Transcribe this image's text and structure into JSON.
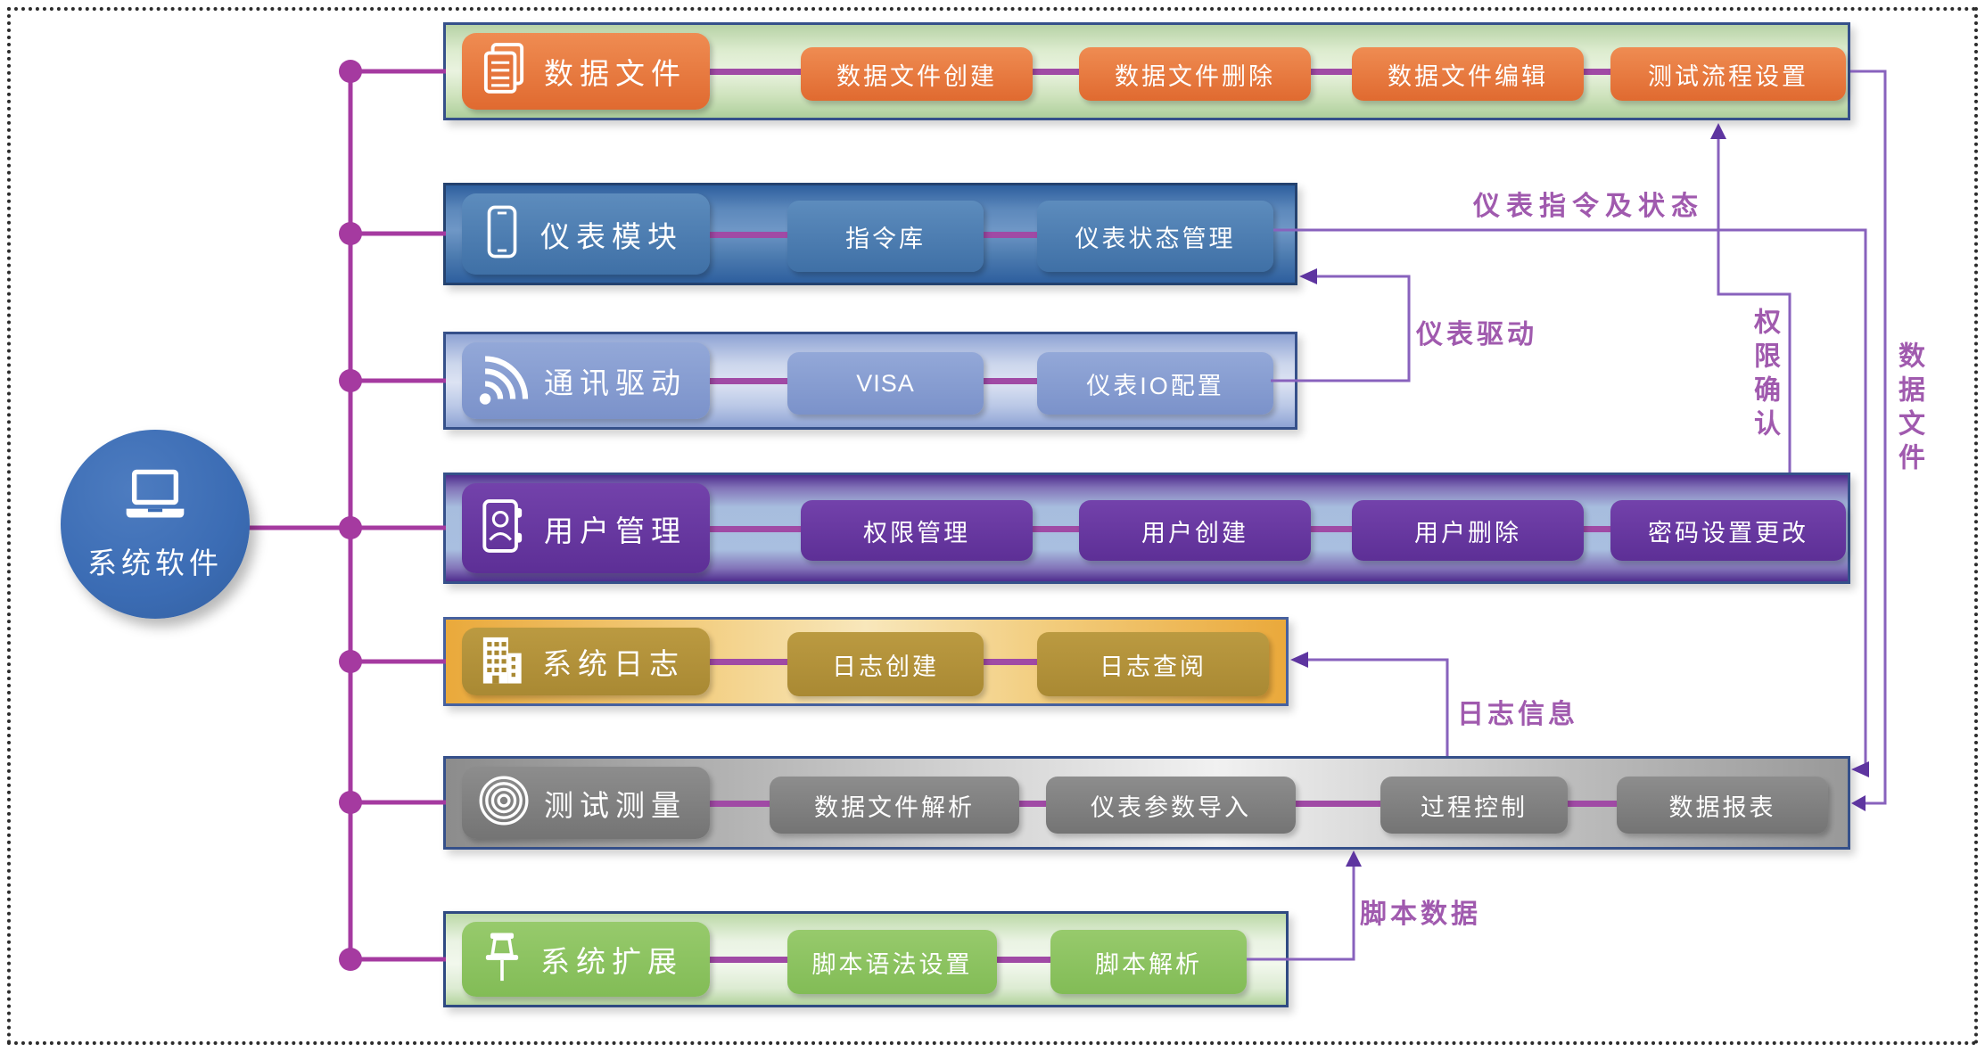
{
  "diagram": {
    "root": {
      "label": "系统软件",
      "icon": "laptop-icon"
    },
    "rows": [
      {
        "id": "data-file",
        "title": "数据文件",
        "icon": "documents-icon",
        "items": [
          "数据文件创建",
          "数据文件删除",
          "数据文件编辑",
          "测试流程设置"
        ]
      },
      {
        "id": "instrument-module",
        "title": "仪表模块",
        "icon": "smartphone-icon",
        "items": [
          "指令库",
          "仪表状态管理"
        ]
      },
      {
        "id": "comm-driver",
        "title": "通讯驱动",
        "icon": "wifi-icon",
        "items": [
          "VISA",
          "仪表IO配置"
        ]
      },
      {
        "id": "user-management",
        "title": "用户管理",
        "icon": "contacts-icon",
        "items": [
          "权限管理",
          "用户创建",
          "用户删除",
          "密码设置更改"
        ]
      },
      {
        "id": "system-log",
        "title": "系统日志",
        "icon": "building-icon",
        "items": [
          "日志创建",
          "日志查阅"
        ]
      },
      {
        "id": "test-measure",
        "title": "测试测量",
        "icon": "target-icon",
        "items": [
          "数据文件解析",
          "仪表参数导入",
          "过程控制",
          "数据报表"
        ]
      },
      {
        "id": "system-extension",
        "title": "系统扩展",
        "icon": "pushpin-icon",
        "items": [
          "脚本语法设置",
          "脚本解析"
        ]
      }
    ],
    "flow_labels": {
      "instrument_cmd_status": "仪表指令及状态",
      "instrument_driver": "仪表驱动",
      "permission_confirm": "权限确认",
      "data_file": "数据文件",
      "log_info": "日志信息",
      "script_data": "脚本数据"
    },
    "colors": {
      "trunk": "#a53aa0",
      "flow_line": "#8862bd",
      "flow_arrow": "#5e35a0",
      "flow_label": "#a05aae",
      "root_circle": "#3b6cb4",
      "row_border": "#35508a",
      "row1_box": "#e5743b",
      "row2_box": "#4c7db2",
      "row3_box": "#8a9fd2",
      "row4_box": "#6a37a4",
      "row5_box": "#b2913c",
      "row6_box": "#7f7f7f",
      "row7_box": "#8cc063"
    }
  }
}
